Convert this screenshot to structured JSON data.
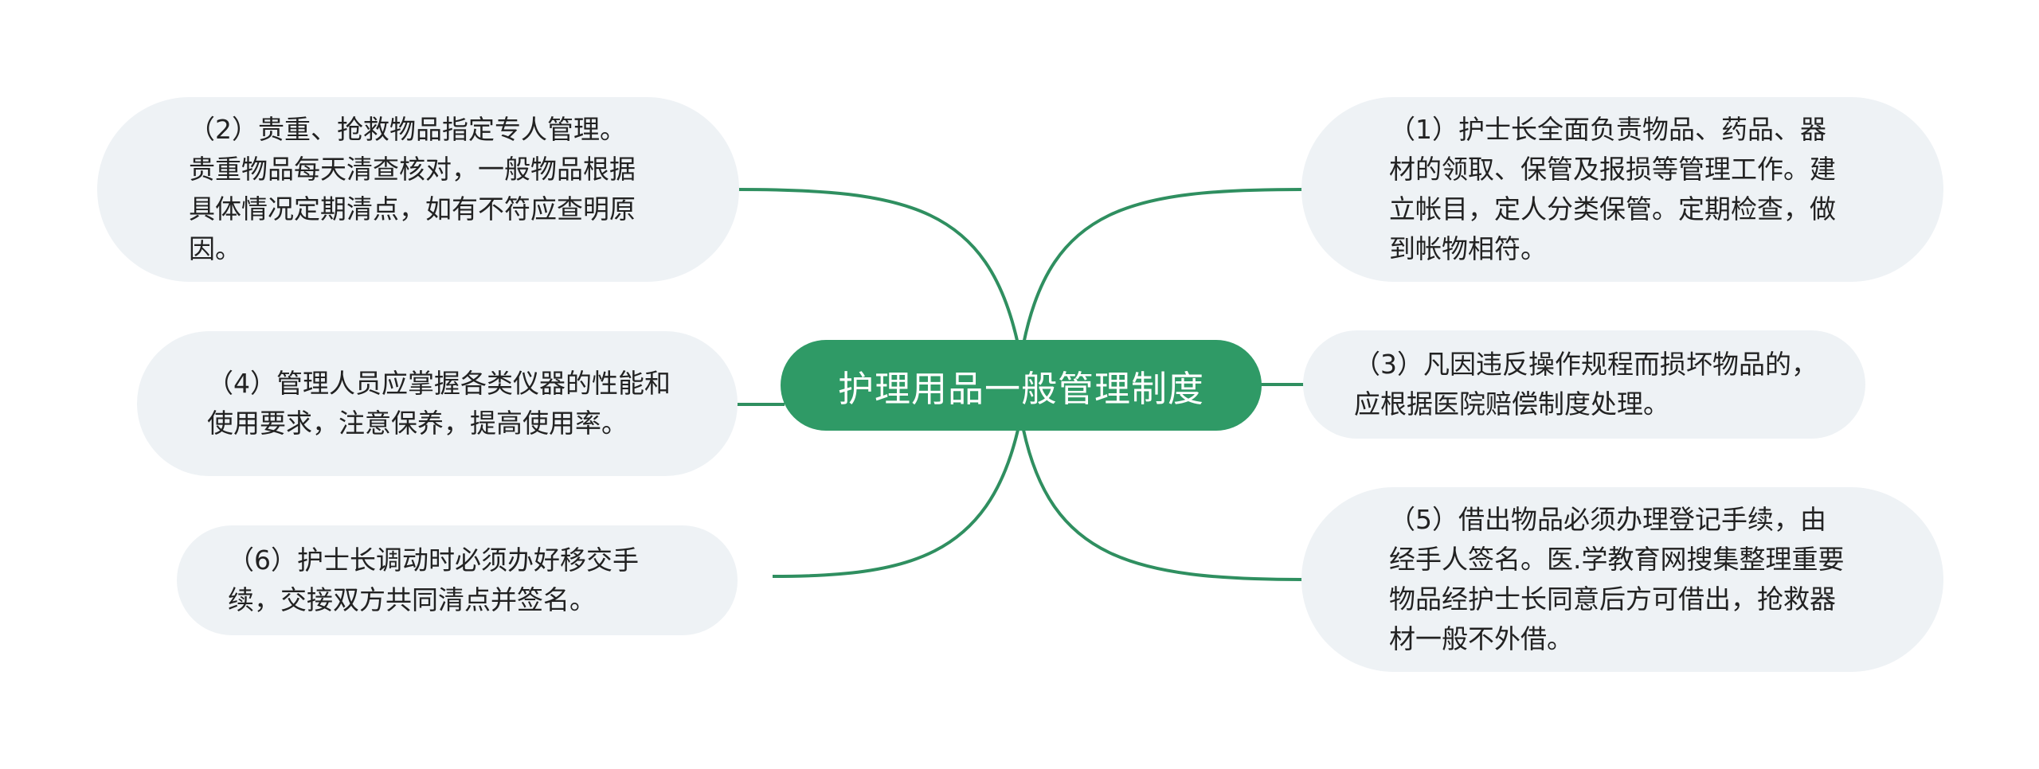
{
  "theme": {
    "center_fill": "#2f9a66",
    "line_color": "#2f8f60",
    "node_fill": "#eef2f5",
    "text_color": "#222222"
  },
  "center": {
    "label": "护理用品一般管理制度"
  },
  "nodes": [
    {
      "id": "n1",
      "text": "（1）护士长全面负责物品、药品、器材的领取、保管及报损等管理工作。建立帐目，定人分类保管。定期检查，做到帐物相符。"
    },
    {
      "id": "n2",
      "text": "（2）贵重、抢救物品指定专人管理。贵重物品每天清查核对，一般物品根据具体情况定期清点，如有不符应查明原因。"
    },
    {
      "id": "n3",
      "text": "（3）凡因违反操作规程而损坏物品的，应根据医院赔偿制度处理。"
    },
    {
      "id": "n4",
      "text": "（4）管理人员应掌握各类仪器的性能和使用要求，注意保养，提高使用率。"
    },
    {
      "id": "n5",
      "text": "（5）借出物品必须办理登记手续，由经手人签名。医.学教育网搜集整理重要物品经护士长同意后方可借出，抢救器材一般不外借。"
    },
    {
      "id": "n6",
      "text": "（6）护士长调动时必须办好移交手续，交接双方共同清点并签名。"
    }
  ]
}
